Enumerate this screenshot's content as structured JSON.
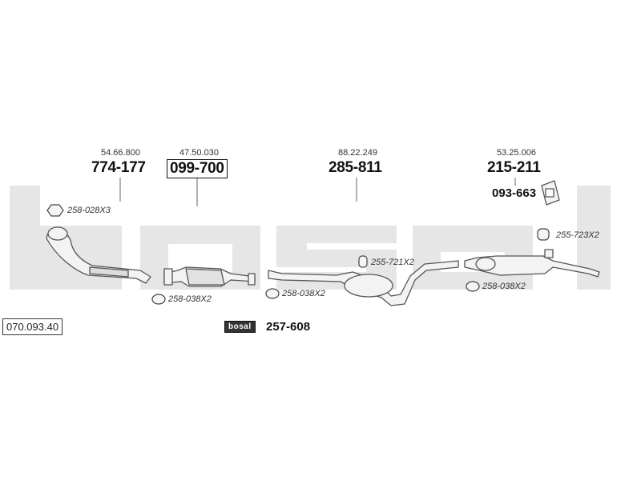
{
  "diagram_ref": "070.093.40",
  "watermark": "bosal",
  "parts": [
    {
      "oem": "54.66.800",
      "part": "774-177",
      "boxed": false
    },
    {
      "oem": "47.50.030",
      "part": "099-700",
      "boxed": true
    },
    {
      "oem": "88.22.249",
      "part": "285-811",
      "boxed": false
    },
    {
      "oem": "53.25.006",
      "part": "215-211",
      "boxed": false
    },
    {
      "oem": "",
      "part": "093-663",
      "boxed": false
    }
  ],
  "accessories": [
    {
      "code": "258-028X3",
      "icon": "nut-icon"
    },
    {
      "code": "258-038X2",
      "icon": "gasket-icon"
    },
    {
      "code": "258-038X2",
      "icon": "gasket-icon"
    },
    {
      "code": "255-721X2",
      "icon": "rubber-mount-icon"
    },
    {
      "code": "258-038X2",
      "icon": "gasket-icon"
    },
    {
      "code": "255-723X2",
      "icon": "rubber-mount-icon"
    }
  ],
  "kit": {
    "brand": "bosal",
    "part": "257-608"
  },
  "colors": {
    "watermark": "#e6e6e6",
    "line": "#555555",
    "pipe_fill": "#f3f3f3"
  }
}
